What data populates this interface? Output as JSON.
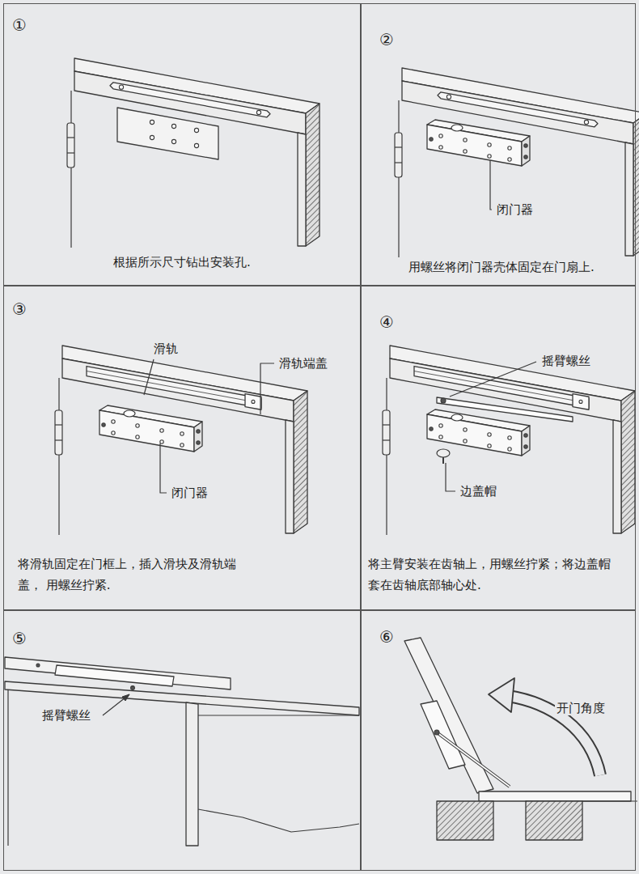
{
  "diagram": {
    "nodes": [
      {
        "text": [
          "①",
          "根据所示尺寸钻出安装孔."
        ]
      },
      {
        "text": [
          "②",
          "用螺丝将闭门器壳体固定在门扇上."
        ]
      },
      {
        "text": [
          "③",
          "将滑轨固定在门框上，插入滑块及滑轨端盖， 用螺丝拧紧."
        ]
      },
      {
        "text": [
          "④",
          "将主臂安装在齿轴上，用螺丝拧紧；将边盖帽 套在齿轴底部轴心处."
        ]
      },
      {
        "text": [
          "⑤"
        ]
      },
      {
        "text": [
          "⑥"
        ]
      }
    ],
    "labels": [
      "闭门器",
      "滑轨",
      "滑轨端盖",
      "闭门器",
      "摇臂螺丝",
      "边盖帽",
      "摇臂螺丝",
      "开门角度"
    ]
  }
}
